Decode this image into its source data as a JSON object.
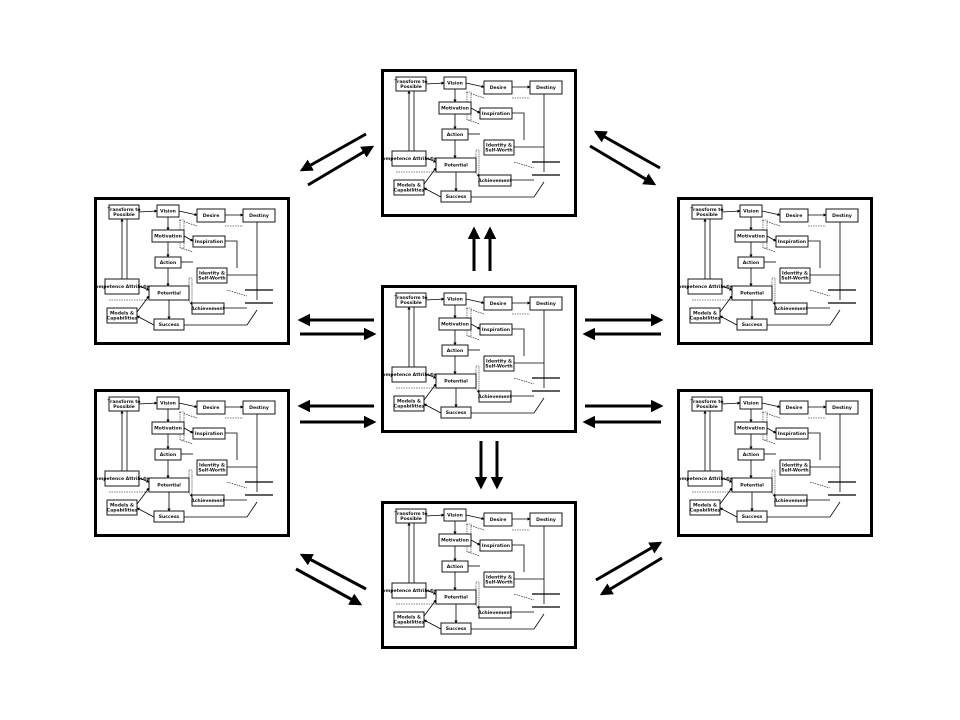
{
  "diagram": {
    "colors": {
      "ink": "#000000",
      "background": "#ffffff"
    },
    "panel_template": {
      "boxes": [
        {
          "id": "transform",
          "label": "Transform to Possible"
        },
        {
          "id": "vision",
          "label": "Vision"
        },
        {
          "id": "desire",
          "label": "Desire"
        },
        {
          "id": "destiny",
          "label": "Destiny"
        },
        {
          "id": "motivation",
          "label": "Motivation"
        },
        {
          "id": "inspiration",
          "label": "Inspiration"
        },
        {
          "id": "action",
          "label": "Action"
        },
        {
          "id": "competence",
          "label": "Competence Attributes"
        },
        {
          "id": "identity",
          "label": "Identity & Self-Worth"
        },
        {
          "id": "potential",
          "label": "Potential"
        },
        {
          "id": "models",
          "label": "Models & Capabilities"
        },
        {
          "id": "achievement",
          "label": "Achievement"
        },
        {
          "id": "success",
          "label": "Success"
        }
      ]
    },
    "panels": [
      {
        "id": "top"
      },
      {
        "id": "upper-left"
      },
      {
        "id": "upper-right"
      },
      {
        "id": "center"
      },
      {
        "id": "lower-left"
      },
      {
        "id": "lower-right"
      },
      {
        "id": "bottom"
      }
    ],
    "connections": [
      {
        "from": "center",
        "to": "top",
        "style": "double-arrow"
      },
      {
        "from": "center",
        "to": "bottom",
        "style": "double-arrow"
      },
      {
        "from": "center",
        "to": "upper-left",
        "style": "double-arrow"
      },
      {
        "from": "center",
        "to": "lower-left",
        "style": "double-arrow"
      },
      {
        "from": "center",
        "to": "upper-right",
        "style": "double-arrow"
      },
      {
        "from": "center",
        "to": "lower-right",
        "style": "double-arrow"
      },
      {
        "from": "top",
        "to": "upper-left",
        "style": "double-arrow"
      },
      {
        "from": "top",
        "to": "upper-right",
        "style": "double-arrow"
      },
      {
        "from": "bottom",
        "to": "lower-left",
        "style": "double-arrow"
      },
      {
        "from": "bottom",
        "to": "lower-right",
        "style": "double-arrow"
      }
    ]
  }
}
